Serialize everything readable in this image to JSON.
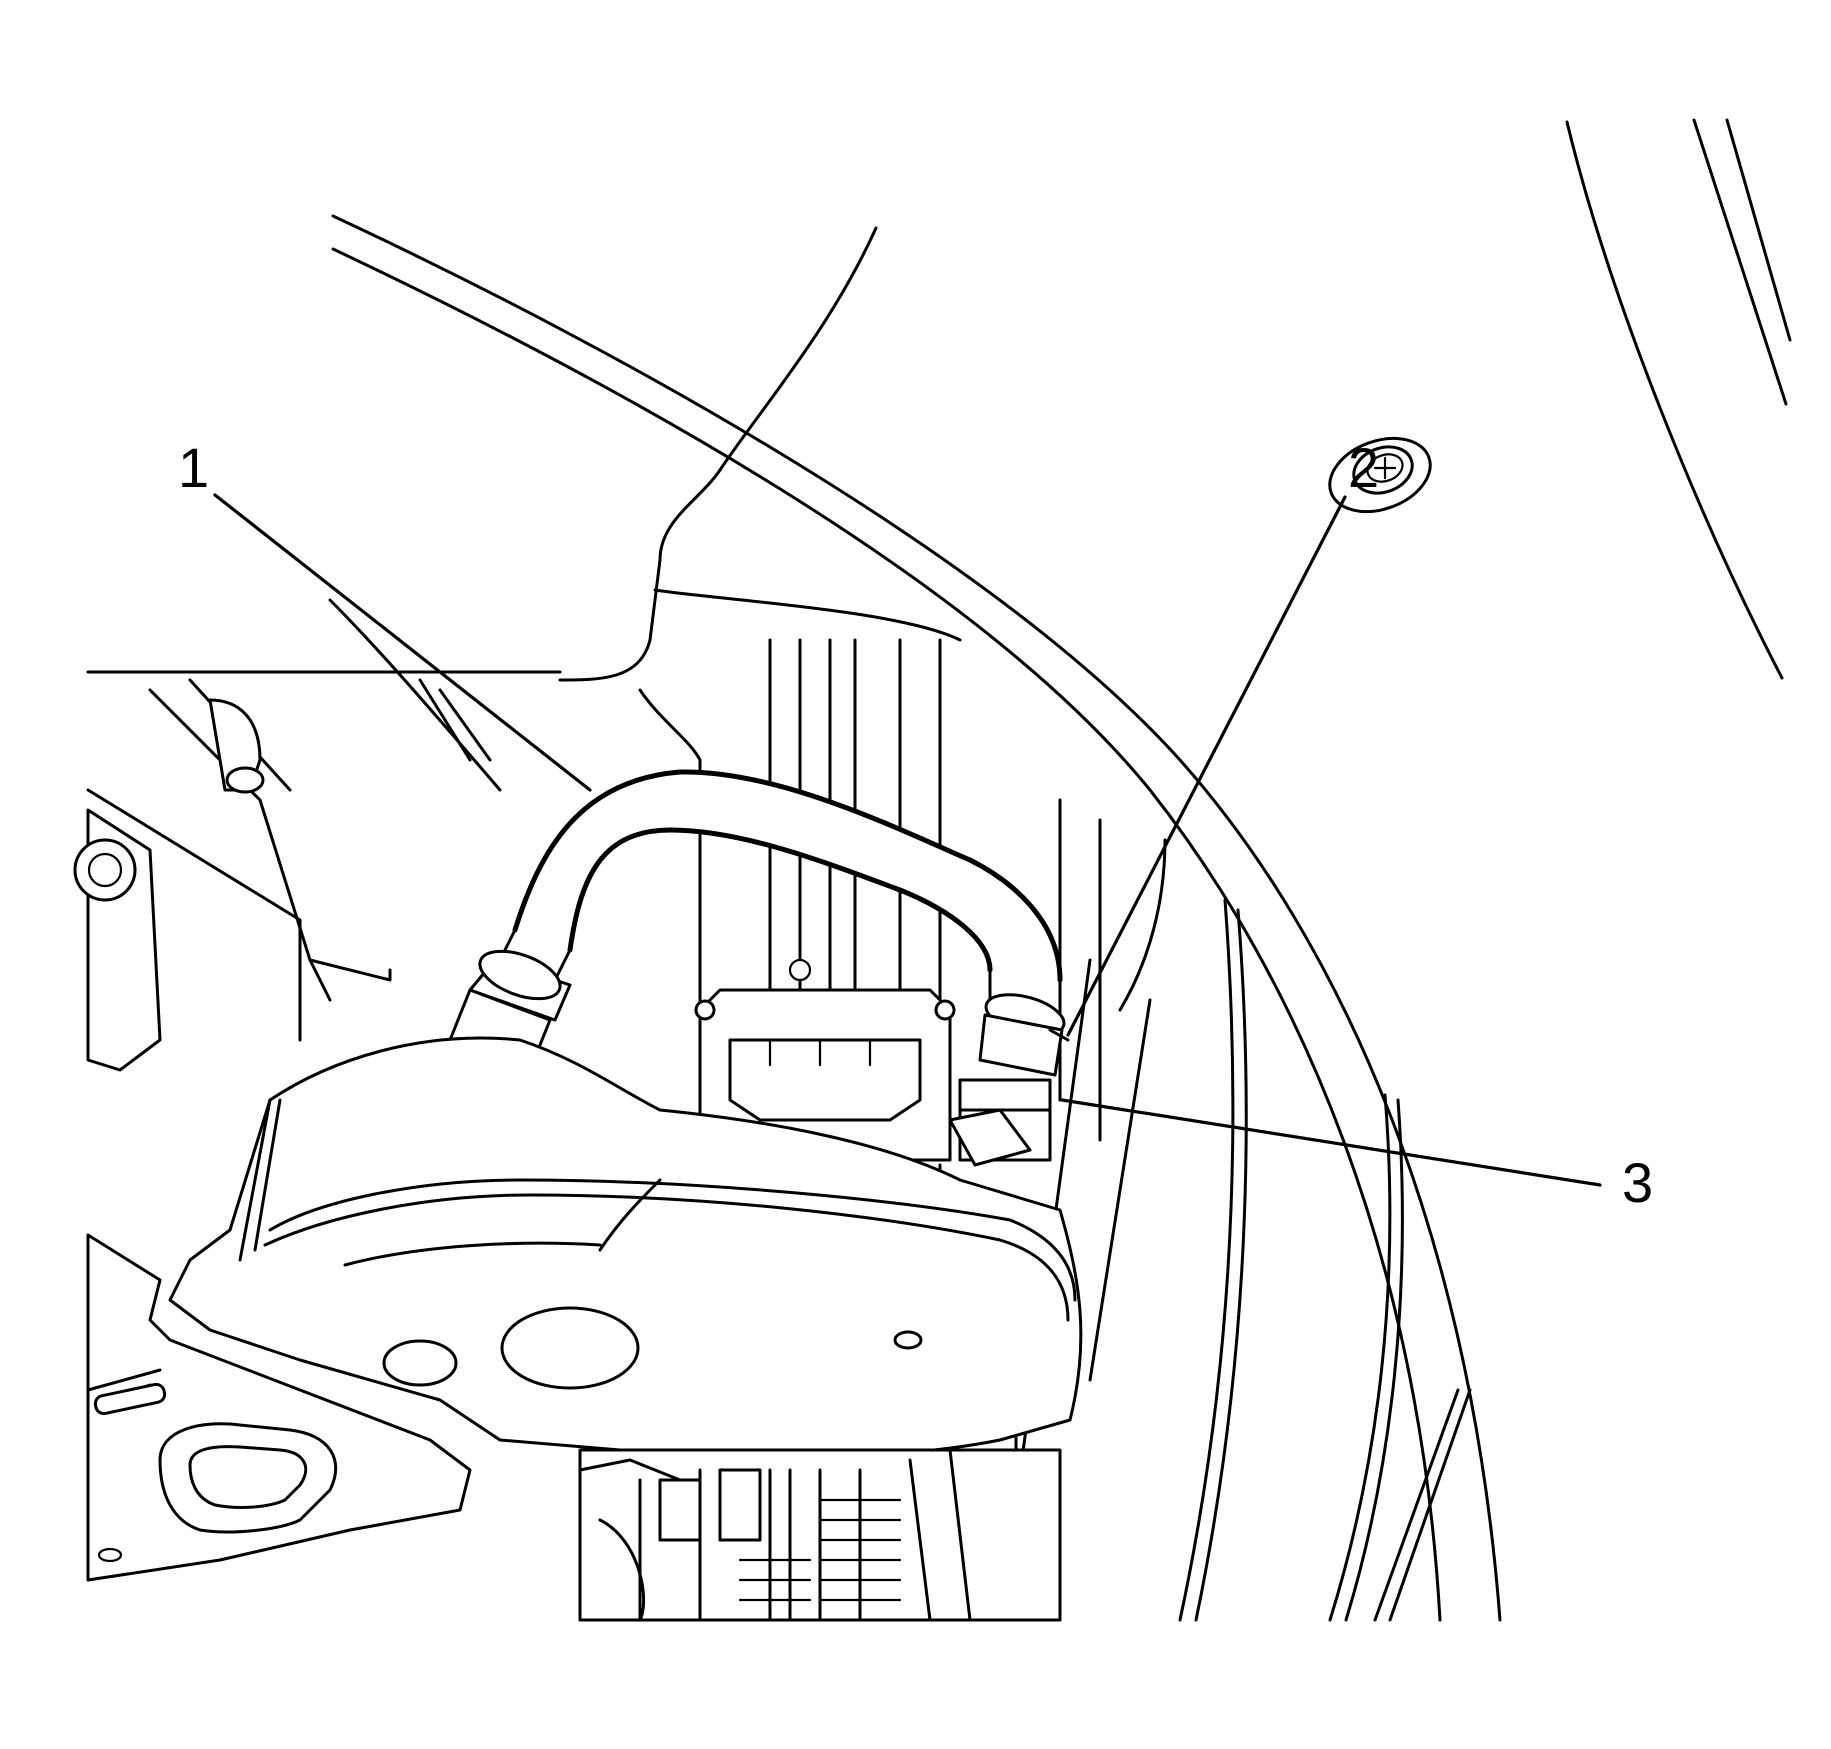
{
  "callouts": [
    {
      "id": "1",
      "label": "1"
    },
    {
      "id": "2",
      "label": "2"
    },
    {
      "id": "3",
      "label": "3"
    }
  ],
  "style": {
    "line_color": "#000000",
    "background": "#ffffff"
  }
}
